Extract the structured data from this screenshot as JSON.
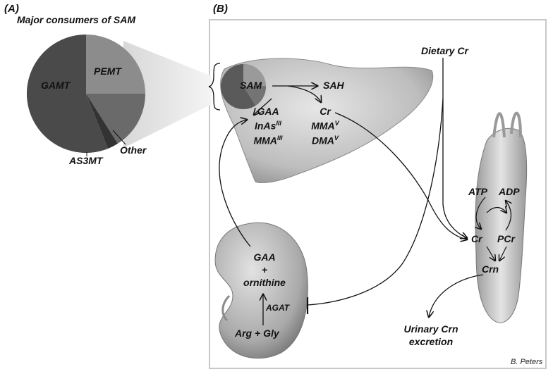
{
  "panel_a": {
    "label": "(A)",
    "title": "Major consumers of SAM",
    "slices": [
      {
        "name": "GAMT",
        "value": 56,
        "color": "#4a4a4a"
      },
      {
        "name": "PEMT",
        "value": 25,
        "color": "#8c8c8c"
      },
      {
        "name": "Other",
        "value": 16,
        "color": "#6a6a6a"
      },
      {
        "name": "AS3MT",
        "value": 3,
        "color": "#333333"
      }
    ]
  },
  "panel_b": {
    "label": "(B)",
    "sam": "SAM",
    "sah": "SAH",
    "dietary_cr": "Dietary Cr",
    "liver_substrates": {
      "gaa": "GAA",
      "inas": "InAs",
      "inas_sup": "III",
      "mma": "MMA",
      "mma_sup": "III"
    },
    "liver_products": {
      "cr": "Cr",
      "mma": "MMA",
      "mma_sup": "V",
      "dma": "DMA",
      "dma_sup": "V"
    },
    "kidney": {
      "gaa": "GAA",
      "plus": "+",
      "ornithine": "ornithine",
      "agat": "AGAT",
      "substrates": "Arg + Gly"
    },
    "muscle": {
      "atp": "ATP",
      "adp": "ADP",
      "cr": "Cr",
      "pcr": "PCr",
      "crn": "Crn"
    },
    "excretion_line1": "Urinary Crn",
    "excretion_line2": "excretion",
    "credit": "B. Peters"
  }
}
